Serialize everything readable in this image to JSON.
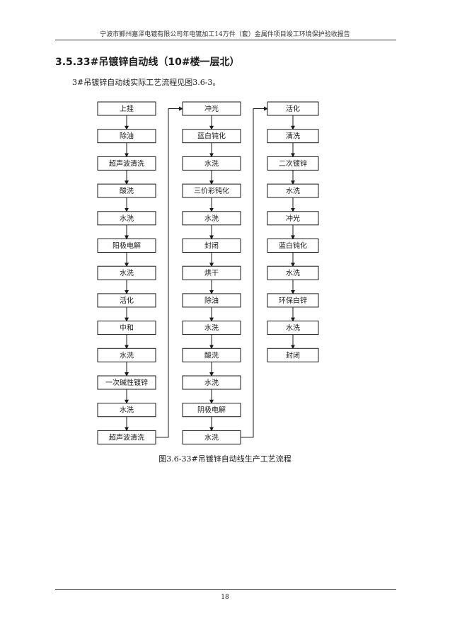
{
  "header": {
    "text": "宁波市鄞州嘉泽电镀有限公司年电镀加工14万件（套）金属件项目竣工环境保护验收报告"
  },
  "section": {
    "title": "3.5.33#吊镀锌自动线（10#楼一层北）",
    "intro": "3#吊镀锌自动线实际工艺流程见图3.6-3。"
  },
  "diagram": {
    "column1": [
      "上挂",
      "除油",
      "超声波清洗",
      "酸洗",
      "水洗",
      "阳极电解",
      "水洗",
      "活化",
      "中和",
      "水洗",
      "一次碱性镀锌",
      "水洗",
      "超声波清洗"
    ],
    "column2": [
      "冲光",
      "蓝白钝化",
      "水洗",
      "三价彩钝化",
      "水洗",
      "封闭",
      "烘干",
      "除油",
      "水洗",
      "酸洗",
      "水洗",
      "阴极电解",
      "水洗"
    ],
    "column3": [
      "活化",
      "清洗",
      "二次镀锌",
      "水洗",
      "冲光",
      "蓝白钝化",
      "水洗",
      "环保白锌",
      "水洗",
      "封闭"
    ]
  },
  "caption": "图3.6-33#吊镀锌自动线生产工艺流程",
  "footer": {
    "page_number": "18"
  }
}
